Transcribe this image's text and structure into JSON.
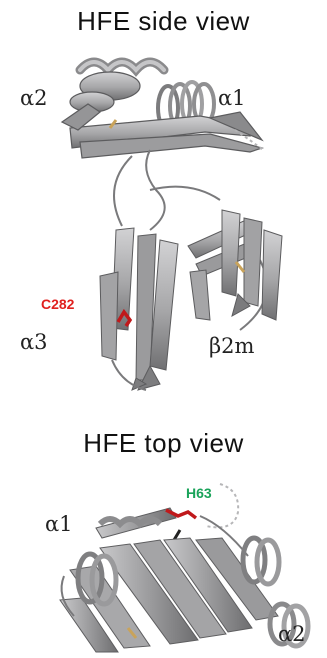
{
  "side_view": {
    "title": "HFE side view",
    "labels": {
      "alpha2": "α2",
      "alpha1": "α1",
      "alpha3": "α3",
      "beta2m": "β2m"
    },
    "residue": "C282",
    "residue_color": "#e0201e"
  },
  "top_view": {
    "title": "HFE top view",
    "labels": {
      "alpha1": "α1",
      "alpha2": "α2"
    },
    "residue": "H63",
    "residue_color": "#1aa35a"
  },
  "colors": {
    "ribbon_fill": "#a7a7a9",
    "ribbon_dark": "#6c6c6e",
    "ribbon_light": "#d4d4d6",
    "disulfide": "#c9a35a",
    "mutation_side": "#c0191b"
  }
}
